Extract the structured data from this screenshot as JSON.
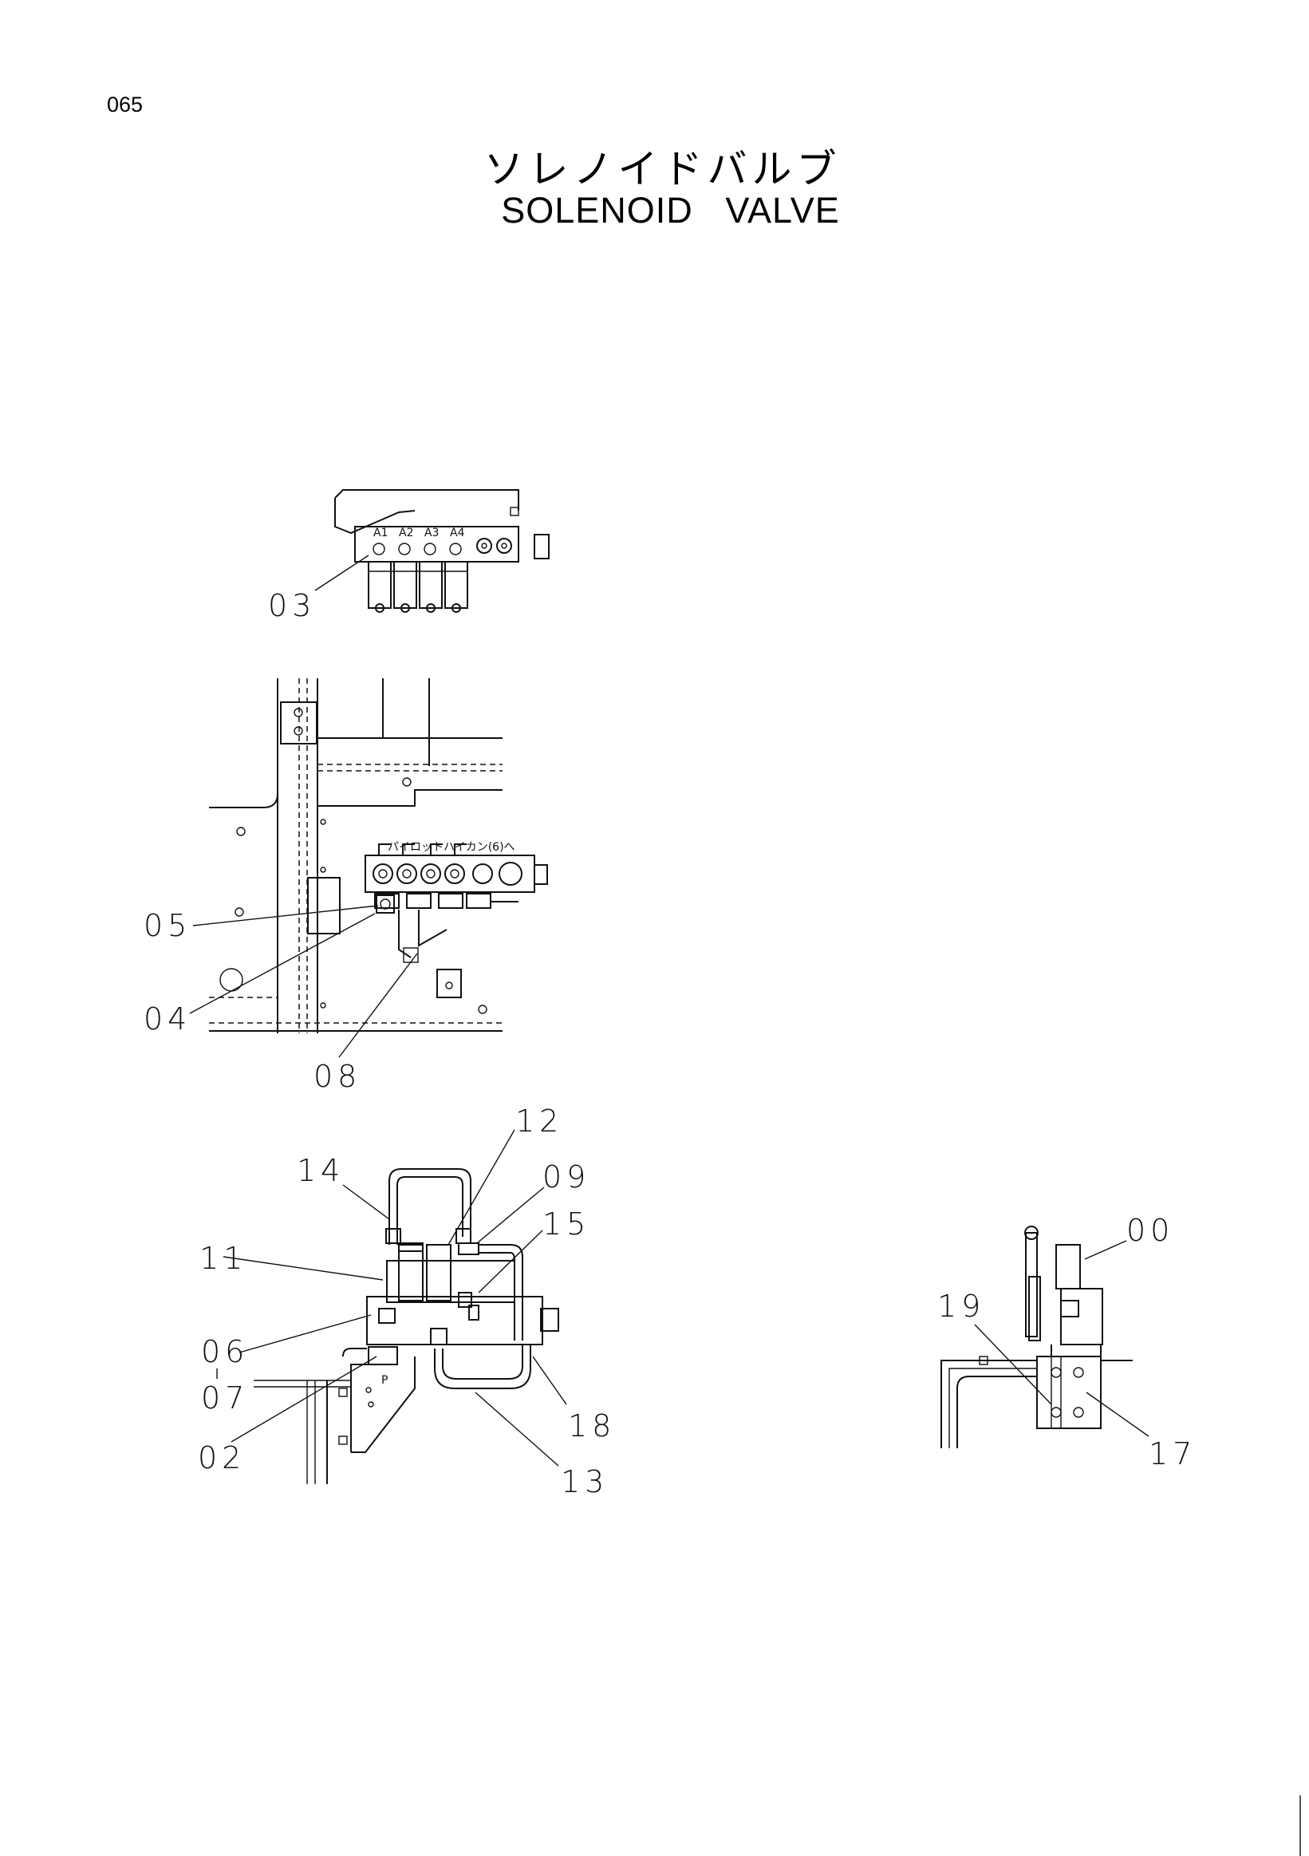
{
  "page_number": "065",
  "title_jp": "ソレノイドバルブ",
  "title_en": "SOLENOID   VALVE",
  "port_labels": [
    "A1",
    "A2",
    "A3",
    "A4"
  ],
  "pilot_note": "パイロットハイカン(6)へ",
  "mark_p": "P",
  "callouts": {
    "c00": "00",
    "c02": "02",
    "c03": "03",
    "c04": "04",
    "c05": "05",
    "c06": "06",
    "c07": "07",
    "c08": "08",
    "c09": "09",
    "c11": "11",
    "c12": "12",
    "c13": "13",
    "c14": "14",
    "c15": "15",
    "c17": "17",
    "c18": "18",
    "c19": "19"
  }
}
